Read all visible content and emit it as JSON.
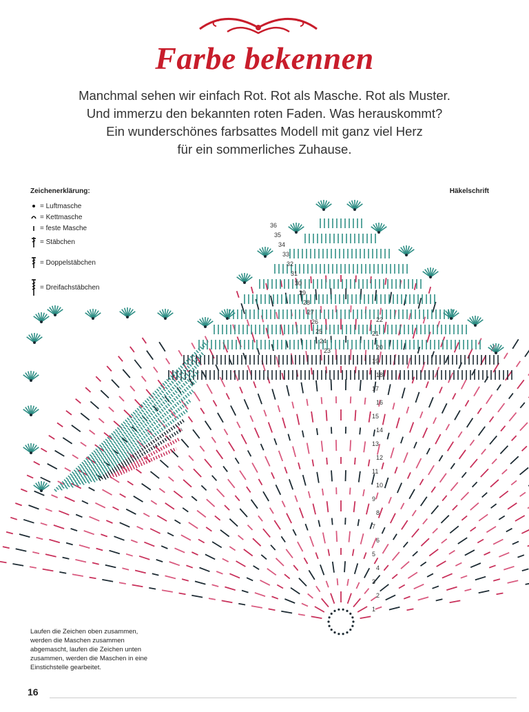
{
  "header": {
    "title": "Farbe bekennen",
    "intro_lines": [
      "Manchmal sehen wir einfach Rot. Rot als Masche. Rot als Muster.",
      "Und immerzu den bekannten roten Faden. Was herauskommt?",
      "Ein wunderschönes farbsattes Modell mit ganz viel Herz",
      "für ein sommerliches Zuhause."
    ]
  },
  "legend": {
    "title": "Zeichenerklärung:",
    "items": [
      {
        "symbol": "chain-stitch-icon",
        "label": "= Luftmasche"
      },
      {
        "symbol": "slip-stitch-icon",
        "label": "= Kettmasche"
      },
      {
        "symbol": "single-crochet-icon",
        "label": "= feste Masche"
      },
      {
        "symbol": "double-crochet-icon",
        "label": "= Stäbchen"
      },
      {
        "symbol": "treble-crochet-icon",
        "label": "= Doppelstäbchen"
      },
      {
        "symbol": "double-treble-icon",
        "label": "= Dreifachstäbchen"
      }
    ]
  },
  "chart": {
    "title": "Häkelschrift",
    "round_numbers": [
      "1",
      "2",
      "3",
      "4",
      "5",
      "6",
      "7",
      "8",
      "9",
      "10",
      "11",
      "12",
      "13",
      "14",
      "15",
      "16",
      "17",
      "18",
      "19",
      "20",
      "21",
      "22",
      "23",
      "24",
      "25",
      "26",
      "27",
      "28",
      "29",
      "30",
      "31",
      "32",
      "33",
      "34",
      "35",
      "36"
    ],
    "colors": {
      "teal": "#2f8f86",
      "dark": "#1d2b33",
      "red": "#c8305a",
      "pink": "#d95a7f"
    }
  },
  "footnote": "Laufen die Zeichen oben zusammen, werden die Maschen zusammen abgemascht, laufen die Zeichen unten zusammen, werden die Maschen in eine Einstichstelle gearbeitet.",
  "page": {
    "number": "16"
  },
  "colors": {
    "title_red": "#c81d2b",
    "text_gray": "#333333"
  }
}
